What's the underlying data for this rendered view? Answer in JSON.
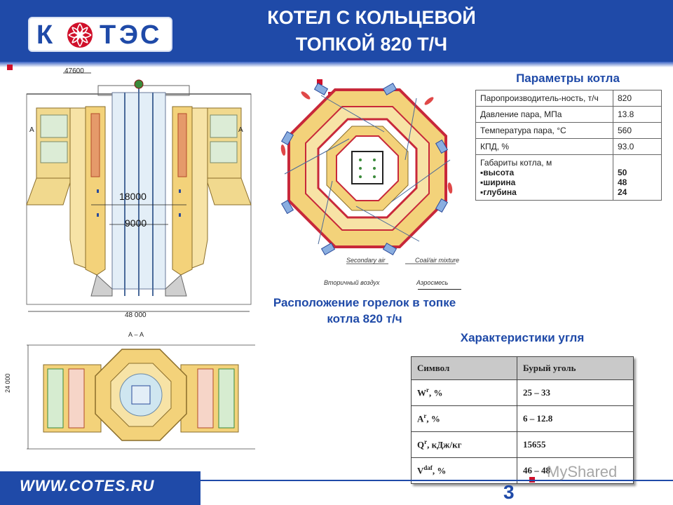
{
  "header": {
    "title_line1": "КОТЕЛ С КОЛЬЦЕВОЙ",
    "title_line2": "ТОПКОЙ 820 Т/Ч",
    "logo_letters": [
      "К",
      "Т",
      "Э",
      "С"
    ]
  },
  "drawing": {
    "dim_top": "47600",
    "dim_18000": "18000",
    "dim_9000": "9000",
    "dim_48000": "48 000",
    "dim_24000": "24 000",
    "section_label": "А – А",
    "section_marker": "А"
  },
  "burner_diagram": {
    "label_secondary_en": "Secondary air",
    "label_mixture_en": "Coal/air mixture",
    "label_secondary_ru": "Вторичный воздух",
    "label_mixture_ru": "Аэросмесь",
    "caption": "Расположение горелок в топке котла 820 т/ч"
  },
  "params": {
    "title": "Параметры котла",
    "rows": [
      {
        "name": "Паропроизводитель-ность, т/ч",
        "value": "820"
      },
      {
        "name": "Давление пара, МПа",
        "value": "13.8"
      },
      {
        "name": "Температура пара, °С",
        "value": "560"
      },
      {
        "name": "КПД, %",
        "value": "93.0"
      }
    ],
    "dims_title": "Габариты котла, м",
    "dims": [
      {
        "name": "высота",
        "value": "50"
      },
      {
        "name": "ширина",
        "value": "48"
      },
      {
        "name": "глубина",
        "value": "24"
      }
    ],
    "bullet": "▪"
  },
  "coal": {
    "title": "Характеристики угля",
    "header": [
      "Символ",
      "Бурый уголь"
    ],
    "rows": [
      {
        "sym": "W",
        "sup": "r",
        "unit": ", %",
        "value": "25 – 33"
      },
      {
        "sym": "A",
        "sup": "r",
        "unit": ", %",
        "value": "6 – 12.8"
      },
      {
        "sym": "Q",
        "sup": "r",
        "unit": ", кДж/кг",
        "value": "15655"
      },
      {
        "sym": "V",
        "sup": "daf",
        "unit": ", %",
        "value": "46 – 48"
      }
    ]
  },
  "footer": {
    "url": "WWW.COTES.RU",
    "page": "3",
    "watermark": "MyShared"
  },
  "colors": {
    "brand_blue": "#1f4aa8",
    "accent_red": "#d0102a",
    "furnace_yellow": "#f3d27a",
    "furnace_red": "#c8283a"
  }
}
